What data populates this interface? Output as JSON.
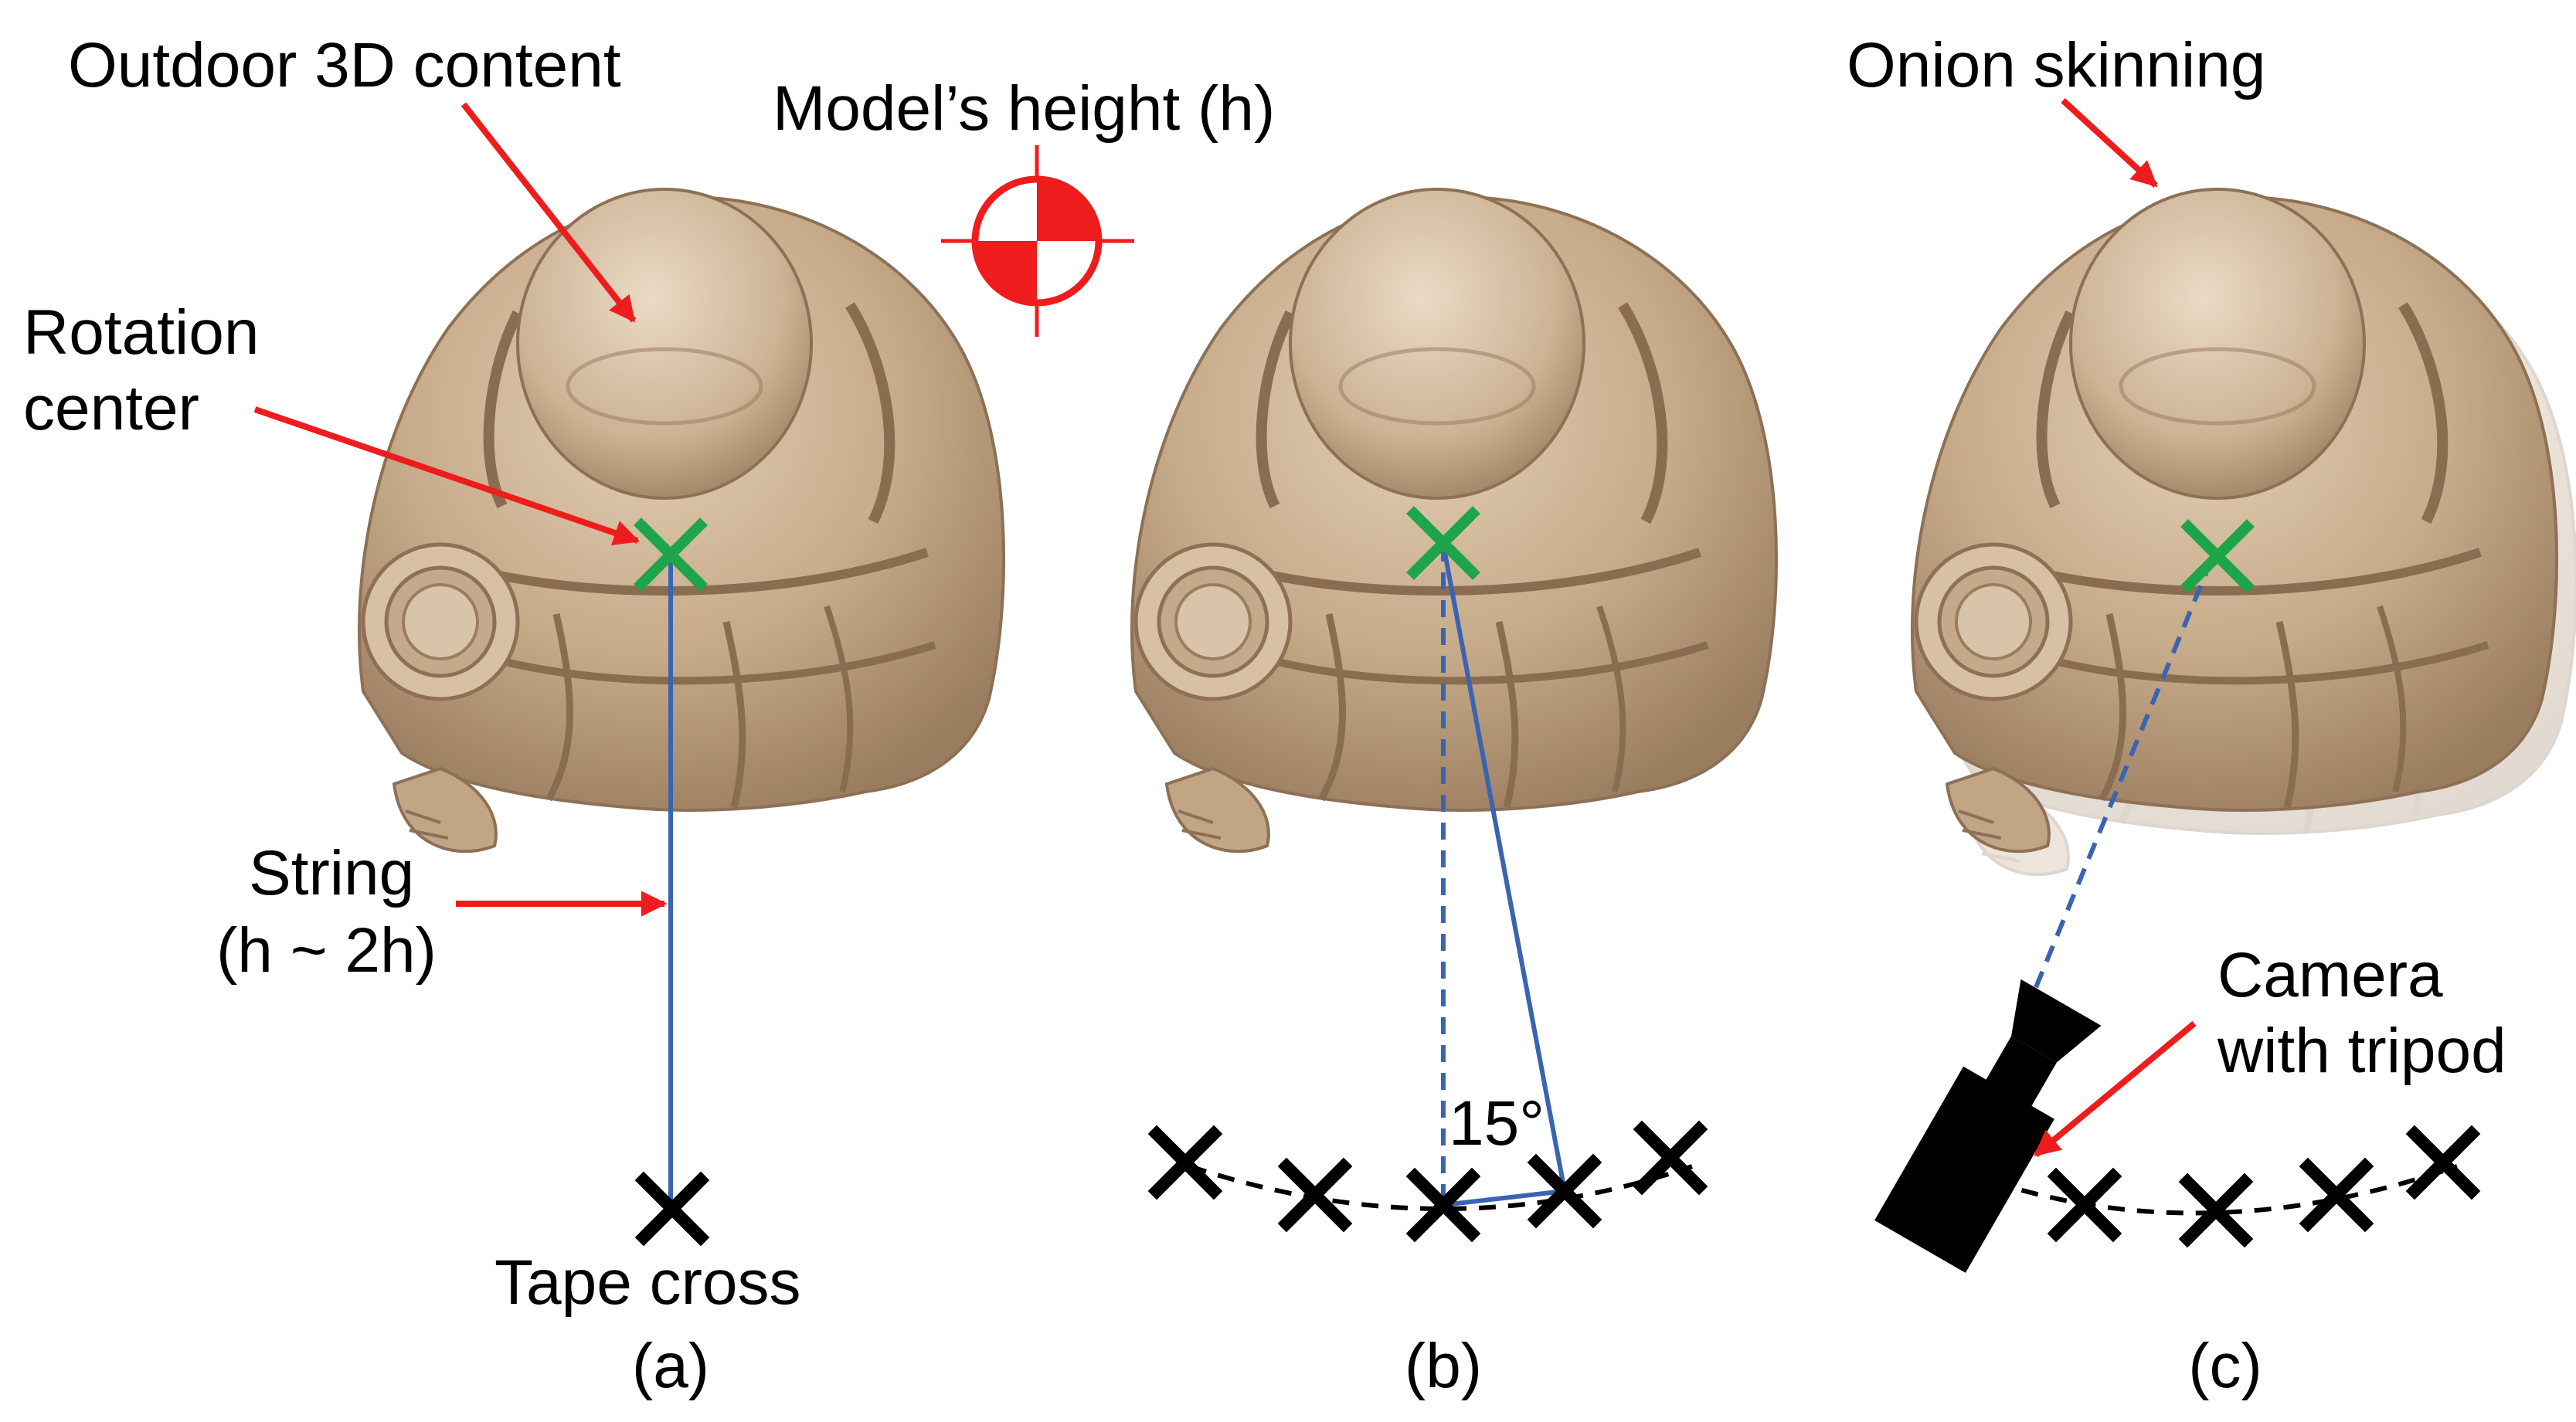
{
  "labels": {
    "outdoor_content": "Outdoor 3D content",
    "model_height": "Model’s height (h)",
    "onion_skinning": "Onion skinning",
    "rotation_center_line1": "Rotation",
    "rotation_center_line2": "center",
    "string_line1": "String",
    "string_line2": "(h ~ 2h)",
    "tape_cross": "Tape cross",
    "angle": "15°",
    "camera_line1": "Camera",
    "camera_line2": "with tripod"
  },
  "panels": [
    {
      "caption": "(a)"
    },
    {
      "caption": "(b)"
    },
    {
      "caption": "(c)"
    }
  ],
  "colors": {
    "arrow": "#ee1c1c",
    "string_line": "#3a64b0",
    "rotation_marker": "#1ea54a",
    "tape_cross": "#000000",
    "statue_fill": "#c8ad8e",
    "statue_shadow": "#9c7f62",
    "onion_ghost": "#e5dccf"
  },
  "icons": {
    "height_marker": "center-of-mass-icon",
    "rotation_center": "green-x-marker-icon",
    "tape_cross": "black-x-marker-icon",
    "camera": "camera-tripod-icon"
  }
}
